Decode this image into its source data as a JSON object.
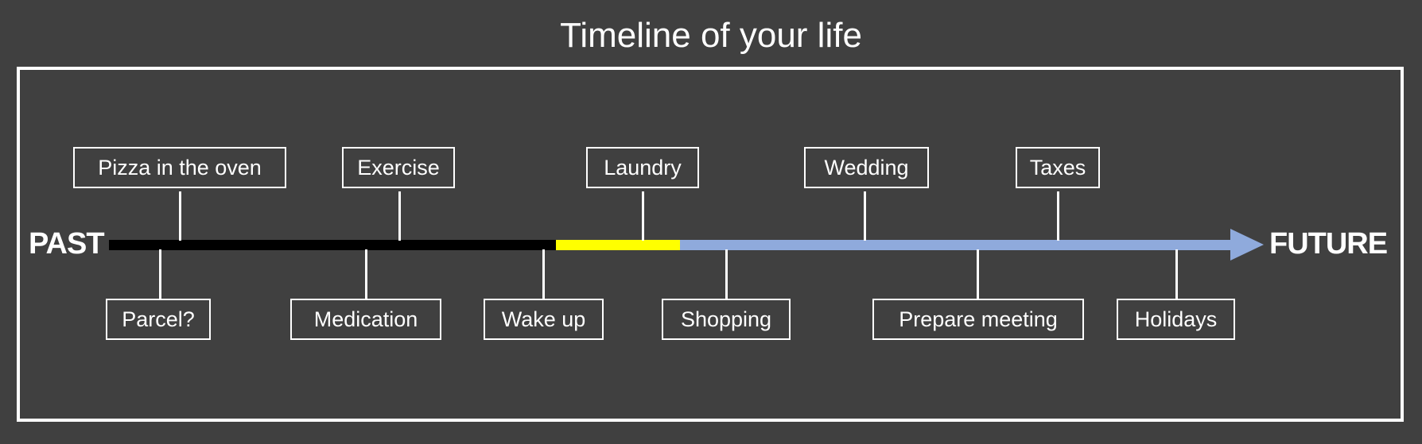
{
  "title": "Timeline of your life",
  "labels": {
    "past": "PAST",
    "future": "FUTURE"
  },
  "colors": {
    "background": "#404040",
    "past_segment": "#000000",
    "present_segment": "#ffff00",
    "future_segment": "#8faadc"
  },
  "events_top": [
    "Pizza in the oven",
    "Exercise",
    "Laundry",
    "Wedding",
    "Taxes"
  ],
  "events_bottom": [
    "Parcel?",
    "Medication",
    "Wake up",
    "Shopping",
    "Prepare meeting",
    "Holidays"
  ]
}
